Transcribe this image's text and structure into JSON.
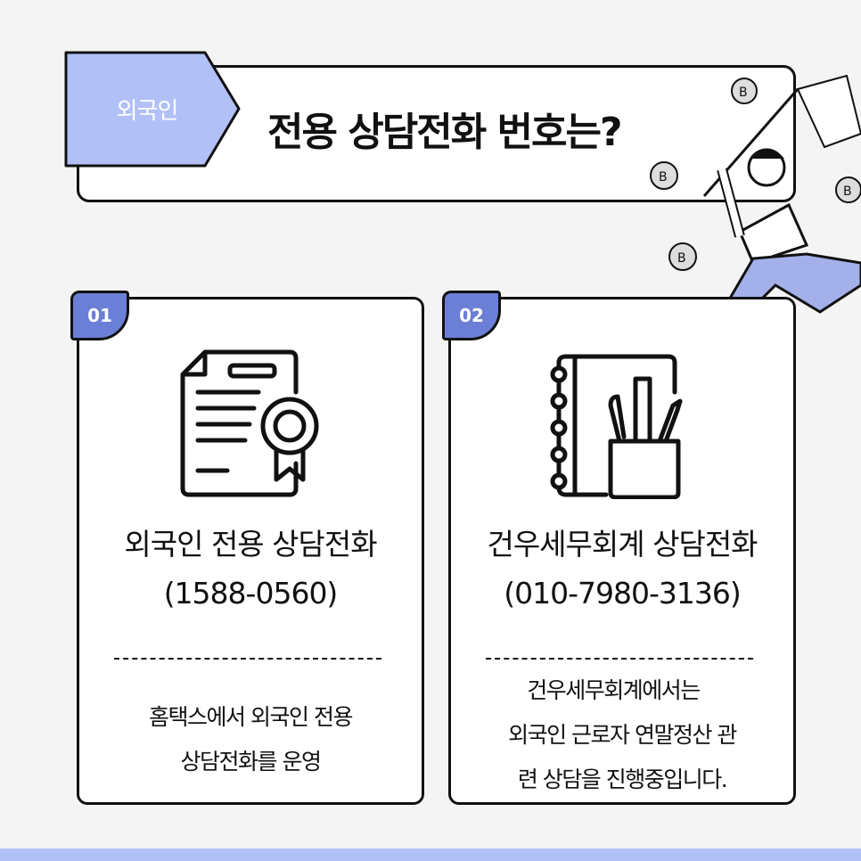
{
  "header": {
    "tag": "외국인",
    "title": "전용 상담전화 번호는?"
  },
  "cards": [
    {
      "badge": "01",
      "title": "외국인 전용 상담전화",
      "phone": "(1588-0560)",
      "desc": [
        "홈택스에서 외국인 전용",
        "상담전화를 운영"
      ]
    },
    {
      "badge": "02",
      "title": "건우세무회계 상담전화",
      "phone": "(010-7980-3136)",
      "desc": [
        "건우세무회계에서는",
        "외국인 근로자 연말정산 관",
        "련 상담을 진행중입니다."
      ]
    }
  ],
  "colors": {
    "accent": "#b2c0f8",
    "badge": "#6b7fd6",
    "background": "#f4f4f4"
  }
}
